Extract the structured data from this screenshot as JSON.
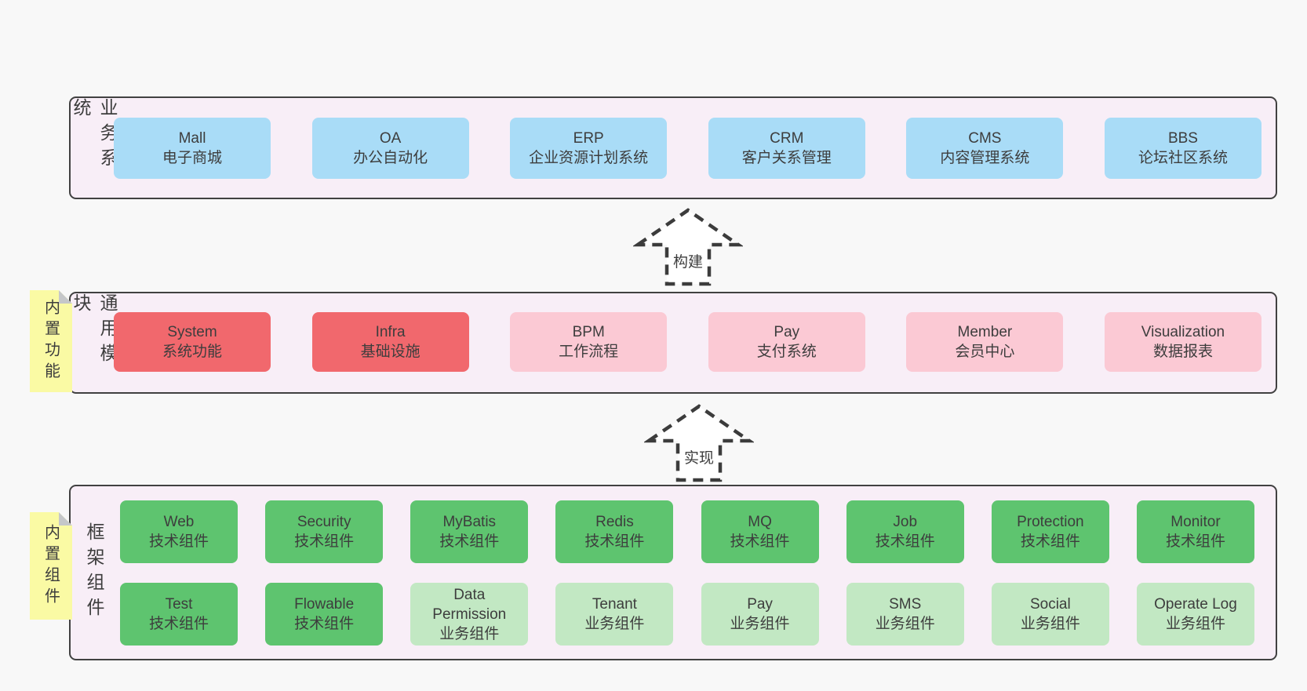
{
  "colors": {
    "background": "#f8f8f8",
    "layerFill": "#f8eef7",
    "layerBorder": "#414141",
    "blue": "#a9dcf7",
    "red": "#f1686d",
    "pink": "#fbc9d4",
    "green": "#5ec46f",
    "lightgreen": "#c2e8c3",
    "noteFill": "#fafaa4",
    "noteFold": "#c5c7c9",
    "text": "#3d3d3d",
    "arrowStroke": "#3c3c3c"
  },
  "diagram": {
    "layers": [
      {
        "id": "business-systems",
        "label": "业务系统",
        "boxes": [
          {
            "title": "Mall",
            "subtitle": "电子商城",
            "color": "blue"
          },
          {
            "title": "OA",
            "subtitle": "办公自动化",
            "color": "blue"
          },
          {
            "title": "ERP",
            "subtitle": "企业资源计划系统",
            "color": "blue"
          },
          {
            "title": "CRM",
            "subtitle": "客户关系管理",
            "color": "blue"
          },
          {
            "title": "CMS",
            "subtitle": "内容管理系统",
            "color": "blue"
          },
          {
            "title": "BBS",
            "subtitle": "论坛社区系统",
            "color": "blue"
          }
        ]
      },
      {
        "id": "common-modules",
        "label": "通用模块",
        "note": "内置功能",
        "boxes": [
          {
            "title": "System",
            "subtitle": "系统功能",
            "color": "red"
          },
          {
            "title": "Infra",
            "subtitle": "基础设施",
            "color": "red"
          },
          {
            "title": "BPM",
            "subtitle": "工作流程",
            "color": "pink"
          },
          {
            "title": "Pay",
            "subtitle": "支付系统",
            "color": "pink"
          },
          {
            "title": "Member",
            "subtitle": "会员中心",
            "color": "pink"
          },
          {
            "title": "Visualization",
            "subtitle": "数据报表",
            "color": "pink"
          }
        ]
      },
      {
        "id": "framework-components",
        "label": "框架组件",
        "note": "内置组件",
        "rows": [
          [
            {
              "title": "Web",
              "subtitle": "技术组件",
              "color": "green"
            },
            {
              "title": "Security",
              "subtitle": "技术组件",
              "color": "green"
            },
            {
              "title": "MyBatis",
              "subtitle": "技术组件",
              "color": "green"
            },
            {
              "title": "Redis",
              "subtitle": "技术组件",
              "color": "green"
            },
            {
              "title": "MQ",
              "subtitle": "技术组件",
              "color": "green"
            },
            {
              "title": "Job",
              "subtitle": "技术组件",
              "color": "green"
            },
            {
              "title": "Protection",
              "subtitle": "技术组件",
              "color": "green"
            },
            {
              "title": "Monitor",
              "subtitle": "技术组件",
              "color": "green"
            }
          ],
          [
            {
              "title": "Test",
              "subtitle": "技术组件",
              "color": "green"
            },
            {
              "title": "Flowable",
              "subtitle": "技术组件",
              "color": "green"
            },
            {
              "title": "Data Permission",
              "subtitle": "业务组件",
              "color": "lightgreen"
            },
            {
              "title": "Tenant",
              "subtitle": "业务组件",
              "color": "lightgreen"
            },
            {
              "title": "Pay",
              "subtitle": "业务组件",
              "color": "lightgreen"
            },
            {
              "title": "SMS",
              "subtitle": "业务组件",
              "color": "lightgreen"
            },
            {
              "title": "Social",
              "subtitle": "业务组件",
              "color": "lightgreen"
            },
            {
              "title": "Operate Log",
              "subtitle": "业务组件",
              "color": "lightgreen"
            }
          ]
        ]
      }
    ],
    "arrows": [
      {
        "label": "构建"
      },
      {
        "label": "实现"
      }
    ]
  }
}
